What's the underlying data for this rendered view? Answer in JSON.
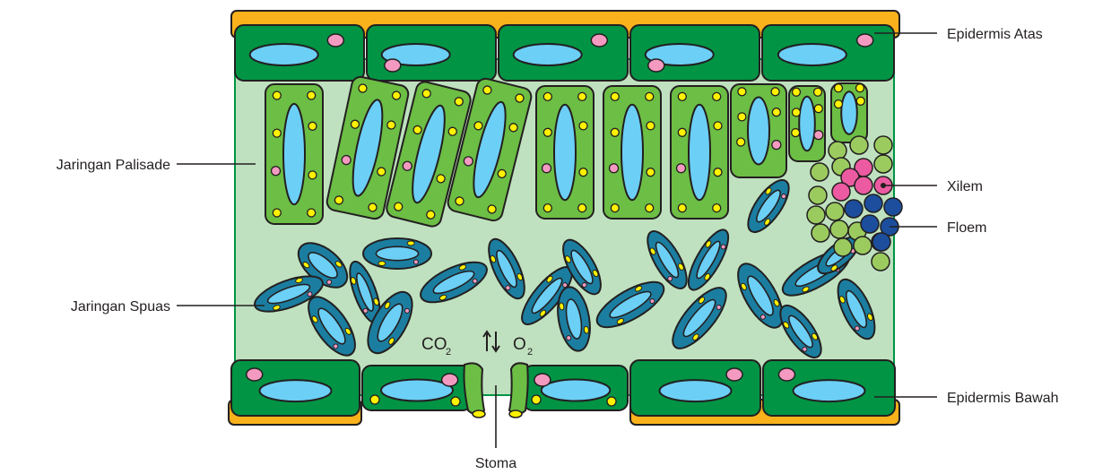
{
  "labels": {
    "upper_epidermis": "Epidermis Atas",
    "palisade": "Jaringan Palisade",
    "xylem": "Xilem",
    "phloem": "Floem",
    "spongy": "Jaringan Spuas",
    "lower_epidermis": "Epidermis Bawah",
    "stoma": "Stoma"
  },
  "gas_exchange": {
    "co2_main": "CO",
    "co2_sub": "2",
    "o2_main": "O",
    "o2_sub": "2"
  },
  "colors": {
    "cuticle": "#f9b21b",
    "epidermis": "#009444",
    "palisade": "#6cbe45",
    "spongy": "#1b7ea0",
    "mesophyll_bg": "#bfe1bf",
    "vacuole": "#6ccff6",
    "chloroplast": "#fff200",
    "nucleus": "#f49ac1",
    "xylem": "#ec5ba1",
    "phloem": "#1c4e9d",
    "bundle_sheath": "#9bcb5e"
  }
}
